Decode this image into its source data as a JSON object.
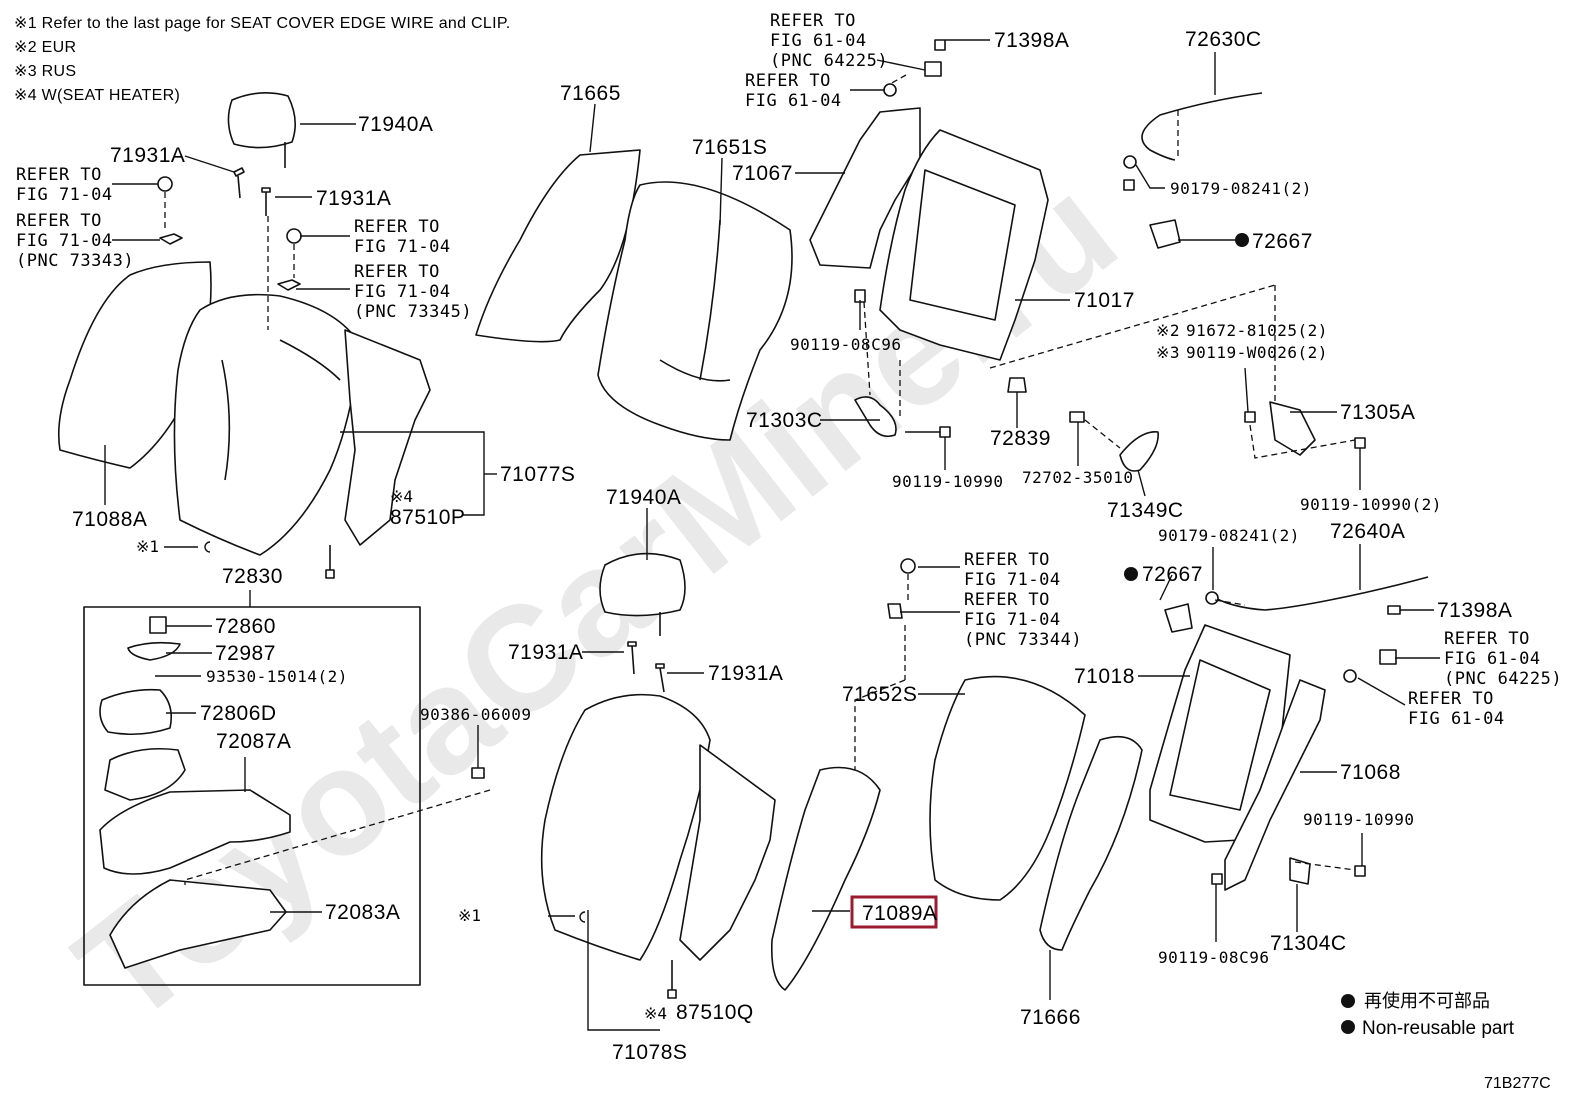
{
  "notes": [
    "※1 Refer to the last page for SEAT COVER EDGE WIRE and CLIP.",
    "※2 EUR",
    "※3 RUS",
    "※4 W(SEAT HEATER)"
  ],
  "watermark": "ToyotaCarMine.ru",
  "highlight_color": "#9b1b30",
  "parts": {
    "p71940A_top": "71940A",
    "p71931A_1": "71931A",
    "p71931A_2": "71931A",
    "p71088A": "71088A",
    "p71077S": "71077S",
    "p87510P": "87510P",
    "p72830": "72830",
    "p72860": "72860",
    "p72987": "72987",
    "p93530": "93530-15014(2)",
    "p72806D": "72806D",
    "p72087A": "72087A",
    "p72083A": "72083A",
    "p71665": "71665",
    "p71651S": "71651S",
    "p71067": "71067",
    "p71398A_top": "71398A",
    "p72630C": "72630C",
    "p90179_top": "90179-08241(2)",
    "p72667_top": "72667",
    "p71017": "71017",
    "p90119_08C96_top": "90119-08C96",
    "p91672": "91672-81025(2)",
    "p90119_W0026": "90119-W0026(2)",
    "p71305A": "71305A",
    "p71303C": "71303C",
    "p72839": "72839",
    "p90119_10990_a": "90119-10990",
    "p72702": "72702-35010",
    "p71349C": "71349C",
    "p90119_10990_2": "90119-10990(2)",
    "p71940A_mid": "71940A",
    "p71931A_3": "71931A",
    "p71931A_4": "71931A",
    "p90386": "90386-06009",
    "p71652S": "71652S",
    "p71089A": "71089A",
    "p87510Q": "87510Q",
    "p71078S": "71078S",
    "p90179_mid": "90179-08241(2)",
    "p72640A": "72640A",
    "p72667_mid": "72667",
    "p71398A_mid": "71398A",
    "p71018": "71018",
    "p71068": "71068",
    "p90119_10990_b": "90119-10990",
    "p71304C": "71304C",
    "p90119_08C96_bot": "90119-08C96",
    "p71666": "71666"
  },
  "marks": {
    "x1": "※1",
    "x2": "※2",
    "x3": "※3",
    "x4": "※4"
  },
  "refs": {
    "refer_to": "REFER TO",
    "fig_71_04": "FIG 71-04",
    "fig_61_04": "FIG 61-04",
    "pnc_64225": "(PNC 64225)",
    "pnc_73343": "(PNC 73343)",
    "pnc_73345": "(PNC 73345)",
    "pnc_73344": "(PNC 73344)"
  },
  "legend": {
    "jp": "再使用不可部品",
    "en": "Non-reusable part"
  },
  "diagram_code": "71B277C"
}
